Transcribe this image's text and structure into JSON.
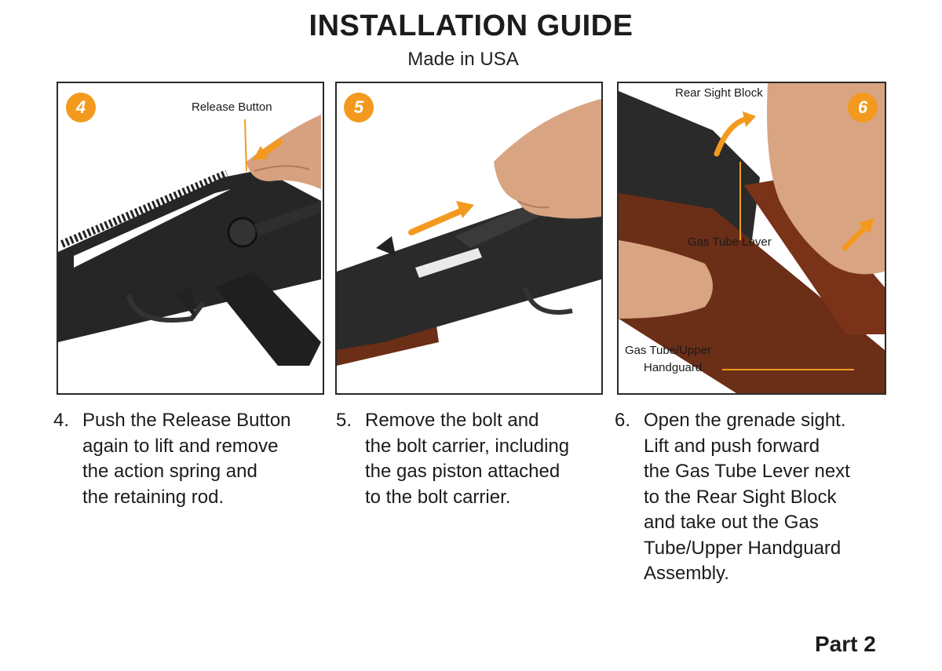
{
  "header": {
    "title": "INSTALLATION GUIDE",
    "subtitle": "Made in USA"
  },
  "colors": {
    "accent": "#f39a1e",
    "metal": "#2b2b2b",
    "wood": "#6b2e16",
    "skin": "#d9a482"
  },
  "panels": [
    {
      "badge": "4",
      "callouts": [
        "Release Button"
      ]
    },
    {
      "badge": "5",
      "callouts": []
    },
    {
      "badge": "6",
      "callouts": [
        "Rear Sight Block",
        "Gas Tube Lever",
        "Gas Tube/Upper",
        "Handguard"
      ]
    }
  ],
  "steps": [
    {
      "num": "4.",
      "lines": [
        "Push the Release Button",
        "again to lift and remove",
        "the action spring and",
        "the retaining rod."
      ]
    },
    {
      "num": "5.",
      "lines": [
        "Remove the bolt and",
        "the bolt carrier, including",
        "the gas piston attached",
        "to the bolt carrier."
      ]
    },
    {
      "num": "6.",
      "lines": [
        "Open the grenade sight.",
        "Lift and push forward",
        "the Gas Tube Lever next",
        "to the Rear Sight Block",
        "and take out the Gas",
        "Tube/Upper Handguard",
        "Assembly."
      ]
    }
  ],
  "footer": {
    "part": "Part 2"
  }
}
